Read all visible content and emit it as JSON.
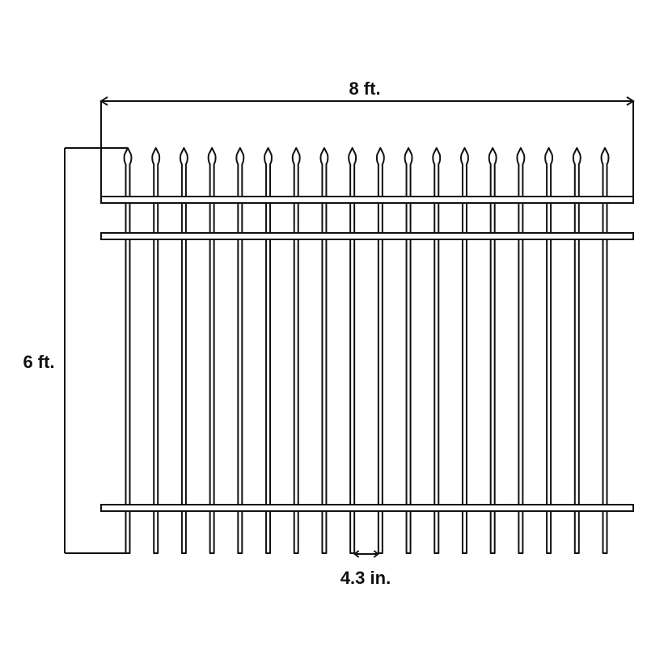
{
  "dimensions": {
    "width_label": "8 ft.",
    "height_label": "6 ft.",
    "spacing_label": "4.3 in."
  },
  "colors": {
    "stroke": "#111111",
    "fill": "#ffffff"
  }
}
